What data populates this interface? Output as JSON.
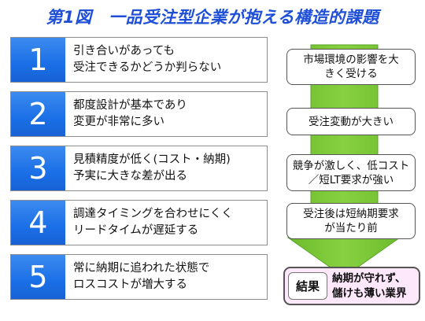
{
  "title": "第1図　一品受注型企業が抱える構造的課題",
  "issues": [
    {
      "num": "1",
      "line1": "引き合いがあっても",
      "line2": "受注できるかどうか判らない"
    },
    {
      "num": "2",
      "line1": "都度設計が基本であり",
      "line2": "変更が非常に多い"
    },
    {
      "num": "3",
      "line1": "見積精度が低く(コスト・納期)",
      "line2": "予実に大きな差が出る"
    },
    {
      "num": "4",
      "line1": "調達タイミングを合わせにくく",
      "line2": "リードタイムが遅延する"
    },
    {
      "num": "5",
      "line1": "常に納期に追われた状態で",
      "line2": "ロスコストが増大する"
    }
  ],
  "effects": [
    {
      "line1": "市場環境の影響を大",
      "line2": "きく受ける"
    },
    {
      "line1": "受注変動が大きい",
      "line2": ""
    },
    {
      "line1": "競争が激しく、低コスト",
      "line2": "／短LT要求が強い"
    },
    {
      "line1": "受注後は短納期要求",
      "line2": "が当たり前"
    }
  ],
  "result": {
    "label": "結果",
    "line1": "納期が守れず、",
    "line2": "儲けも薄い業界"
  },
  "colors": {
    "title": "#1f4fd6",
    "number_block": "#1b6fe6",
    "arrow": "#7cc93a",
    "arrow_edge": "#5aa22a",
    "result_fill": "#fde7fb"
  }
}
